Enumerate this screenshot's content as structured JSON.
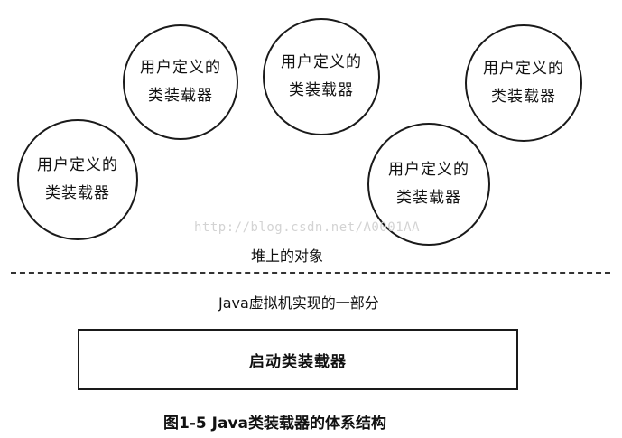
{
  "heap": {
    "loaders": [
      {
        "line1": "用户定义的",
        "line2": "类装载器"
      },
      {
        "line1": "用户定义的",
        "line2": "类装载器"
      },
      {
        "line1": "用户定义的",
        "line2": "类装载器"
      },
      {
        "line1": "用户定义的",
        "line2": "类装载器"
      },
      {
        "line1": "用户定义的",
        "line2": "类装载器"
      }
    ],
    "label": "堆上的对象"
  },
  "watermark": "http://blog.csdn.net/A0001AA",
  "jvm": {
    "label": "Java虚拟机实现的一部分",
    "bootstrap_loader": "启动类装载器"
  },
  "caption": "图1-5  Java类装载器的体系结构"
}
